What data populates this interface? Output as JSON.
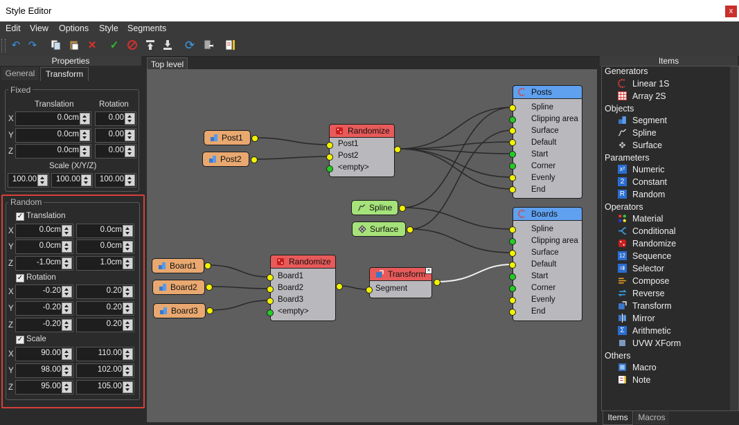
{
  "window": {
    "title": "Style Editor",
    "close": "x"
  },
  "menu": [
    "Edit",
    "View",
    "Options",
    "Style",
    "Segments"
  ],
  "toolbar": [
    "undo-icon",
    "redo-icon",
    "copy-icon",
    "paste-icon",
    "delete-icon",
    "apply-icon",
    "stop-icon",
    "move-top-icon",
    "move-bottom-icon",
    "refresh-icon",
    "export-icon",
    "note-icon"
  ],
  "properties": {
    "title": "Properties",
    "tabs": [
      "General",
      "Transform"
    ],
    "fixed": {
      "title": "Fixed",
      "col_translation": "Translation",
      "col_rotation": "Rotation",
      "axes": [
        "X",
        "Y",
        "Z"
      ],
      "translation": [
        "0.0cm",
        "0.0cm",
        "0.0cm"
      ],
      "rotation": [
        "0.00",
        "0.00",
        "0.00"
      ],
      "scale_label": "Scale (X/Y/Z)",
      "scale": [
        "100.00",
        "100.00",
        "100.00"
      ]
    },
    "random": {
      "title": "Random",
      "translation_label": "Translation",
      "translation": [
        [
          "0.0cm",
          "0.0cm"
        ],
        [
          "0.0cm",
          "0.0cm"
        ],
        [
          "-1.0cm",
          "1.0cm"
        ]
      ],
      "rotation_label": "Rotation",
      "rotation": [
        [
          "-0.20",
          "0.20"
        ],
        [
          "-0.20",
          "0.20"
        ],
        [
          "-0.20",
          "0.20"
        ]
      ],
      "scale_label": "Scale",
      "scale": [
        [
          "90.00",
          "110.00"
        ],
        [
          "98.00",
          "102.00"
        ],
        [
          "95.00",
          "105.00"
        ]
      ]
    }
  },
  "graph": {
    "tab": "Top level",
    "post1": "Post1",
    "post2": "Post2",
    "randomize1": {
      "title": "Randomize",
      "rows": [
        "Post1",
        "Post2",
        "<empty>"
      ]
    },
    "posts": {
      "title": "Posts",
      "rows": [
        "Spline",
        "Clipping area",
        "Surface",
        "Default",
        "Start",
        "Corner",
        "Evenly",
        "End"
      ]
    },
    "spline": "Spline",
    "surface": "Surface",
    "boards": {
      "title": "Boards",
      "rows": [
        "Spline",
        "Clipping area",
        "Surface",
        "Default",
        "Start",
        "Corner",
        "Evenly",
        "End"
      ]
    },
    "board1": "Board1",
    "board2": "Board2",
    "board3": "Board3",
    "randomize2": {
      "title": "Randomize",
      "rows": [
        "Board1",
        "Board2",
        "Board3",
        "<empty>"
      ]
    },
    "transform": {
      "title": "Transform",
      "rows": [
        "Segment"
      ]
    }
  },
  "items": {
    "title": "Items",
    "categories": [
      {
        "name": "Generators",
        "items": [
          "Linear 1S",
          "Array 2S"
        ]
      },
      {
        "name": "Objects",
        "items": [
          "Segment",
          "Spline",
          "Surface"
        ]
      },
      {
        "name": "Parameters",
        "items": [
          "Numeric",
          "Constant",
          "Random"
        ]
      },
      {
        "name": "Operators",
        "items": [
          "Material",
          "Conditional",
          "Randomize",
          "Sequence",
          "Selector",
          "Compose",
          "Reverse",
          "Transform",
          "Mirror",
          "Arithmetic",
          "UVW XForm"
        ]
      },
      {
        "name": "Others",
        "items": [
          "Macro",
          "Note"
        ]
      }
    ],
    "tabs": [
      "Items",
      "Macros"
    ]
  },
  "colors": {
    "highlight": "#d9403a",
    "node_head": "#e85a5a",
    "output_head": "#5fa0ef",
    "pill_orange": "#e8a870",
    "pill_green": "#a6e27a"
  }
}
